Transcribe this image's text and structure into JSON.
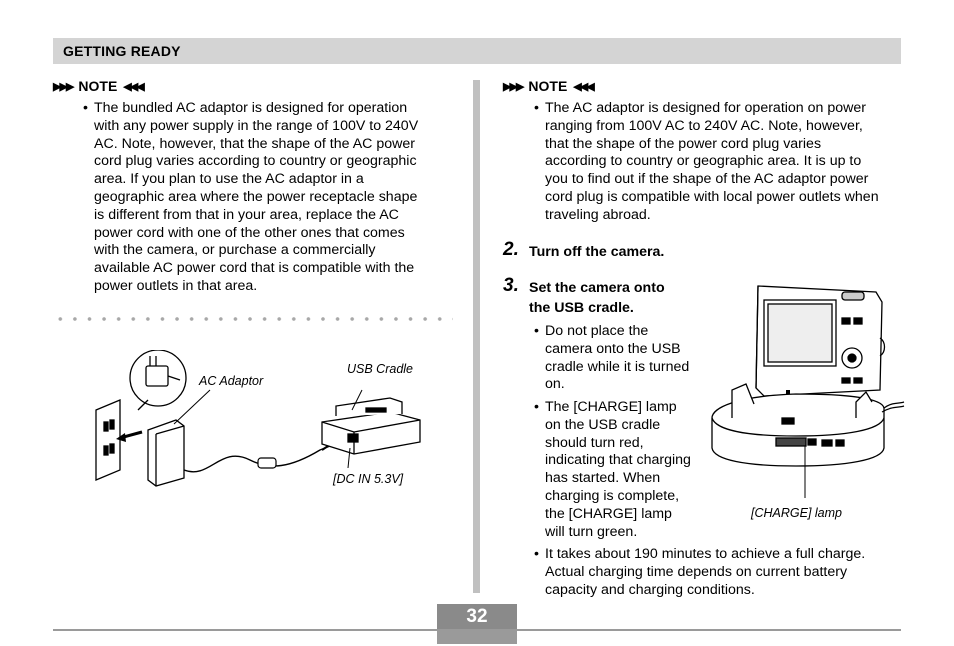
{
  "header": {
    "section_title": "GETTING READY"
  },
  "left": {
    "note_label": "NOTE",
    "note_text_lines": [
      "The bundled AC adaptor is designed for operation",
      "with any power supply in the range of 100V to 240V",
      "AC. Note, however, that the shape of the AC power",
      "cord plug varies according to country or geographic",
      "area. If you plan to use the AC adaptor in a",
      "geographic area where the power receptacle shape",
      "is different from that in your area, replace the AC",
      "power cord with one of the other ones that comes",
      "with the camera, or purchase a commercially",
      "available AC power cord that is compatible with the",
      "power outlets in that area."
    ],
    "figure": {
      "label_ac_adaptor": "AC Adaptor",
      "label_usb_cradle": "USB Cradle",
      "label_dc_in": "[DC IN 5.3V]"
    }
  },
  "right": {
    "note_label": "NOTE",
    "note_text_lines": [
      "The AC adaptor is designed for operation on power",
      "ranging from 100V AC to 240V AC. Note, however,",
      "that the shape of the power cord plug varies",
      "according to country or geographic area. It is up to",
      "you to find out if the shape of the AC adaptor power",
      "cord plug is compatible with local power outlets when",
      "traveling abroad."
    ],
    "step2": {
      "number": "2.",
      "text": "Turn off the camera."
    },
    "step3": {
      "number": "3.",
      "text_lines": [
        "Set the camera onto",
        "the USB cradle."
      ]
    },
    "bullet1_lines": [
      "Do not place the",
      "camera onto the USB",
      "cradle while it is turned",
      "on."
    ],
    "bullet2_lines": [
      "The [CHARGE] lamp",
      "on the USB cradle",
      "should turn red,",
      "indicating that charging",
      "has started. When",
      "charging is complete,",
      "the [CHARGE] lamp",
      "will turn green."
    ],
    "bullet3_lines": [
      "It takes about 190 minutes to achieve a full charge.",
      "Actual charging time depends on current battery",
      "capacity and charging conditions."
    ],
    "figure": {
      "label_charge_lamp": "[CHARGE] lamp"
    }
  },
  "footer": {
    "page_number": "32"
  }
}
